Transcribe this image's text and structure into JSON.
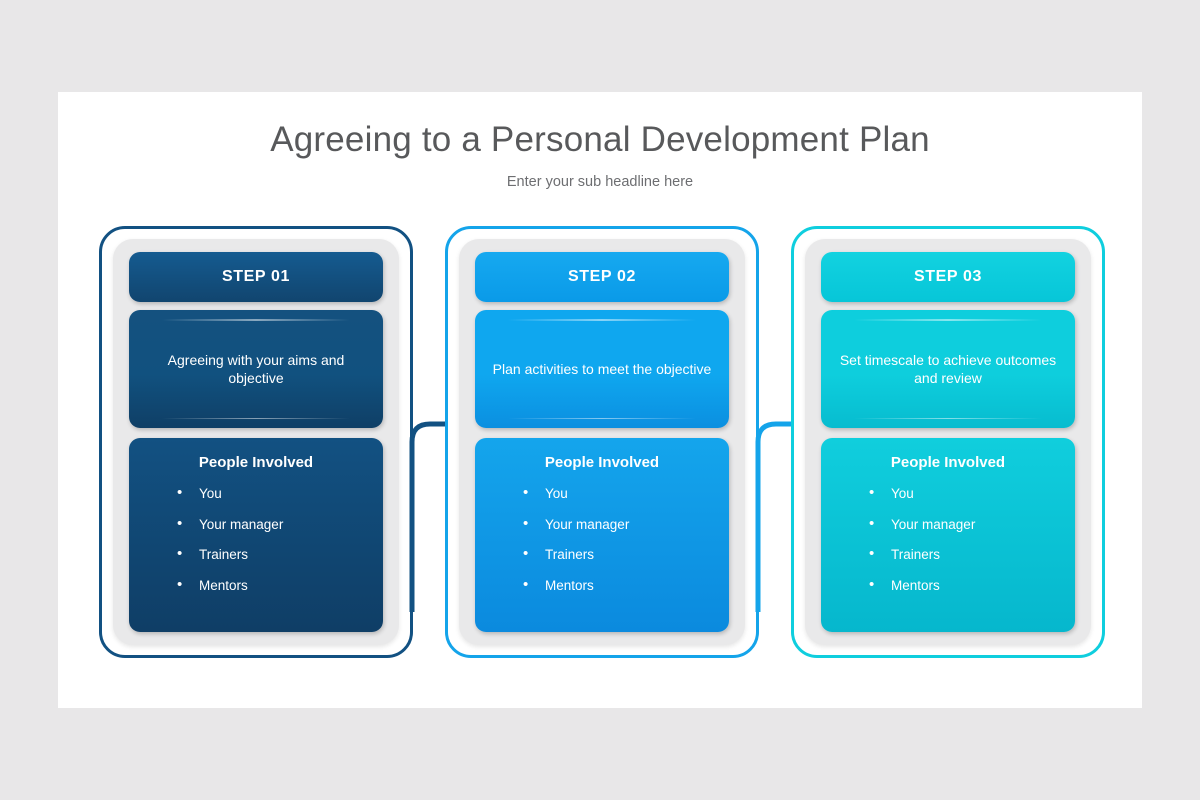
{
  "slide": {
    "title": "Agreeing to a Personal Development Plan",
    "subtitle": "Enter your sub headline here",
    "background_color": "#e8e7e8",
    "canvas_color": "#ffffff",
    "title_color": "#58595b",
    "subtitle_color": "#6d6e71"
  },
  "people_section_title": "People Involved",
  "steps": [
    {
      "step_label": "STEP 01",
      "description": "Agreeing with your aims and objective",
      "people_title": "People Involved",
      "people": [
        "You",
        "Your manager",
        "Trainers",
        "Mentors"
      ],
      "accent_color": "#125182",
      "frame_color": "#125182",
      "panel_color": "#e9e9ea"
    },
    {
      "step_label": "STEP 02",
      "description": "Plan activities to meet the objective",
      "people_title": "People Involved",
      "people": [
        "You",
        "Your manager",
        "Trainers",
        "Mentors"
      ],
      "accent_color": "#0ba7f0",
      "frame_color": "#14a4ea",
      "panel_color": "#e9e9ea"
    },
    {
      "step_label": "STEP 03",
      "description": "Set timescale to achieve outcomes and review",
      "people_title": "People Involved",
      "people": [
        "You",
        "Your manager",
        "Trainers",
        "Mentors"
      ],
      "accent_color": "#0bcedc",
      "frame_color": "#0fcede",
      "panel_color": "#e9e9ea"
    }
  ],
  "connectors": [
    {
      "name": "arrow-step1-to-step2",
      "color": "#125182"
    },
    {
      "name": "arrow-step2-to-step3",
      "color": "#14a4ea"
    }
  ]
}
